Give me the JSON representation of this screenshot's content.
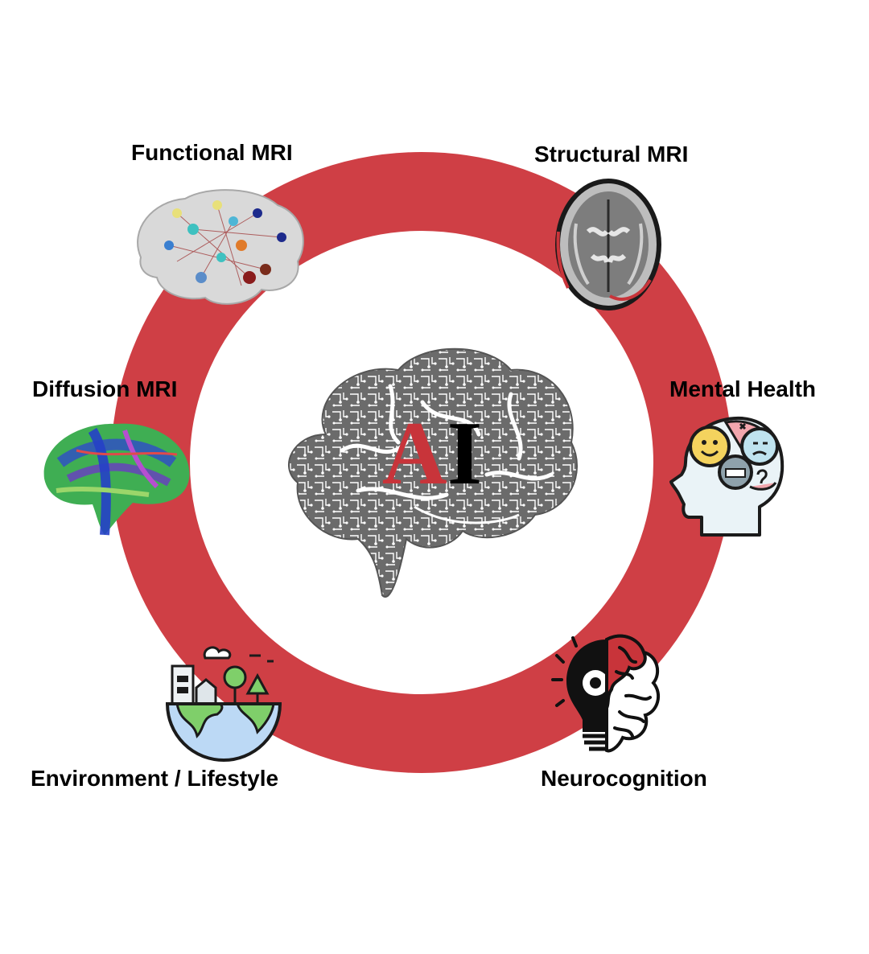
{
  "center": {
    "letter_a": "A",
    "letter_i": "I"
  },
  "labels": {
    "functional_mri": "Functional MRI",
    "structural_mri": "Structural MRI",
    "diffusion_mri": "Diffusion MRI",
    "mental_health": "Mental Health",
    "environment_lifestyle": "Environment / Lifestyle",
    "neurocognition": "Neurocognition"
  },
  "colors": {
    "ring": "#cf3f45",
    "ai_a": "#c8343a",
    "ai_i": "#000000",
    "brain_gray": "#6a6a6a"
  },
  "icons": [
    "brain-network-icon",
    "brain-axial-scan-icon",
    "tractography-icon",
    "mood-head-icon",
    "eco-globe-icon",
    "brain-bulb-icon",
    "circuit-brain-icon"
  ]
}
